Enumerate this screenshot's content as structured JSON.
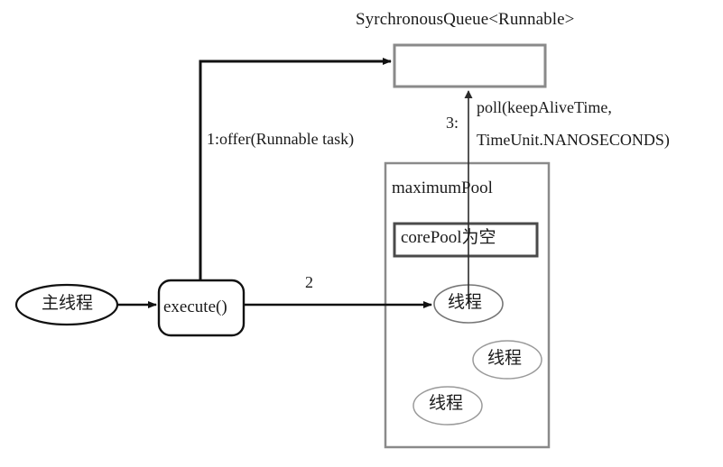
{
  "diagram": {
    "title_text": "SyrchronousQueue<Runnable>",
    "queue": {
      "label": "SyrchronousQueue<Runnable>",
      "content": "",
      "border_color": "#808080"
    },
    "edges": {
      "offer": {
        "label": "1:offer(Runnable task)",
        "step": "1",
        "color": "#111111"
      },
      "poll": {
        "step_label": "3:",
        "line1": "poll(keepAliveTime,",
        "line2": "TimeUnit.NANOSECONDS)",
        "color": "#3a3a3a"
      },
      "execute_to_thread": {
        "label": "2",
        "color": "#111111"
      },
      "main_to_execute": {
        "label": "",
        "color": "#111111"
      }
    },
    "nodes": {
      "main_thread": {
        "label": "主线程",
        "shape": "ellipse",
        "border_color": "#111111"
      },
      "execute": {
        "label": "execute()",
        "shape": "rounded-rect",
        "border_color": "#111111"
      },
      "maximum_pool": {
        "label": "maximumPool",
        "shape": "rect",
        "border_color": "#808080"
      },
      "core_pool": {
        "label": "corePool为空",
        "shape": "rect",
        "border_color": "#555555"
      },
      "threads": [
        {
          "label": "线程",
          "border_color": "#777777"
        },
        {
          "label": "线程",
          "border_color": "#999999"
        },
        {
          "label": "线程",
          "border_color": "#999999"
        }
      ]
    },
    "colors": {
      "background": "#ffffff",
      "text": "#1a1a1a",
      "strong_line": "#111111",
      "gray_line": "#808080"
    }
  }
}
